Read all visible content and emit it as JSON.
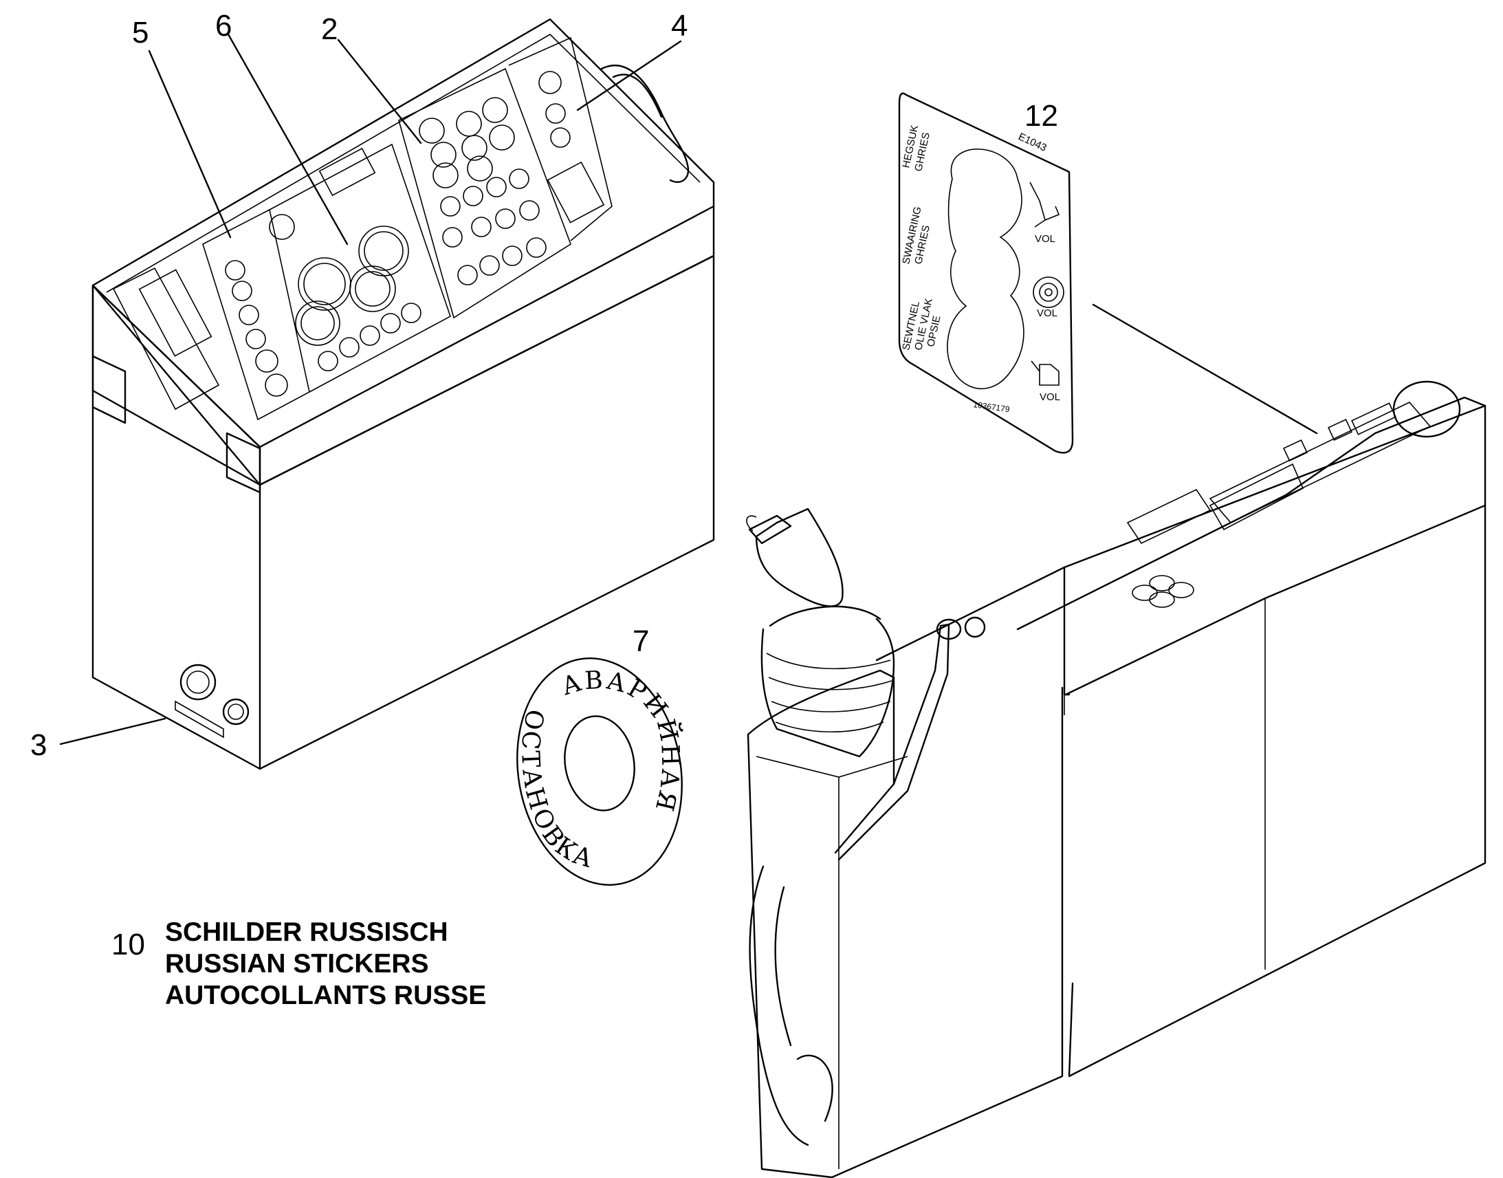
{
  "callouts": {
    "c5": "5",
    "c6": "6",
    "c2": "2",
    "c4": "4",
    "c12": "12",
    "c7": "7",
    "c3": "3",
    "c10": "10"
  },
  "caption": {
    "line1": "SCHILDER RUSSISCH",
    "line2": "RUSSIAN STICKERS",
    "line3": "AUTOCOLLANTS RUSSE"
  },
  "decal12": {
    "code": "E1043",
    "row1_line1": "HEGSUK",
    "row1_line2": "GHRIES",
    "row2_line1": "SWAAIRING",
    "row2_line2": "GHRIES",
    "row3_line1": "SEWTNEL",
    "row3_line2": "OLIE VLAK",
    "row3_line3": "OPSIE",
    "vol1": "VOL",
    "vol2": "VOL",
    "vol3": "VOL",
    "part_no": "10367179"
  },
  "sticker7": {
    "word1": "АВАРИЙНАЯ",
    "word2": "ОСТАНОВКА"
  },
  "icons": [
    "grease-gun-icon",
    "slewing-ring-icon",
    "oil-can-icon"
  ]
}
